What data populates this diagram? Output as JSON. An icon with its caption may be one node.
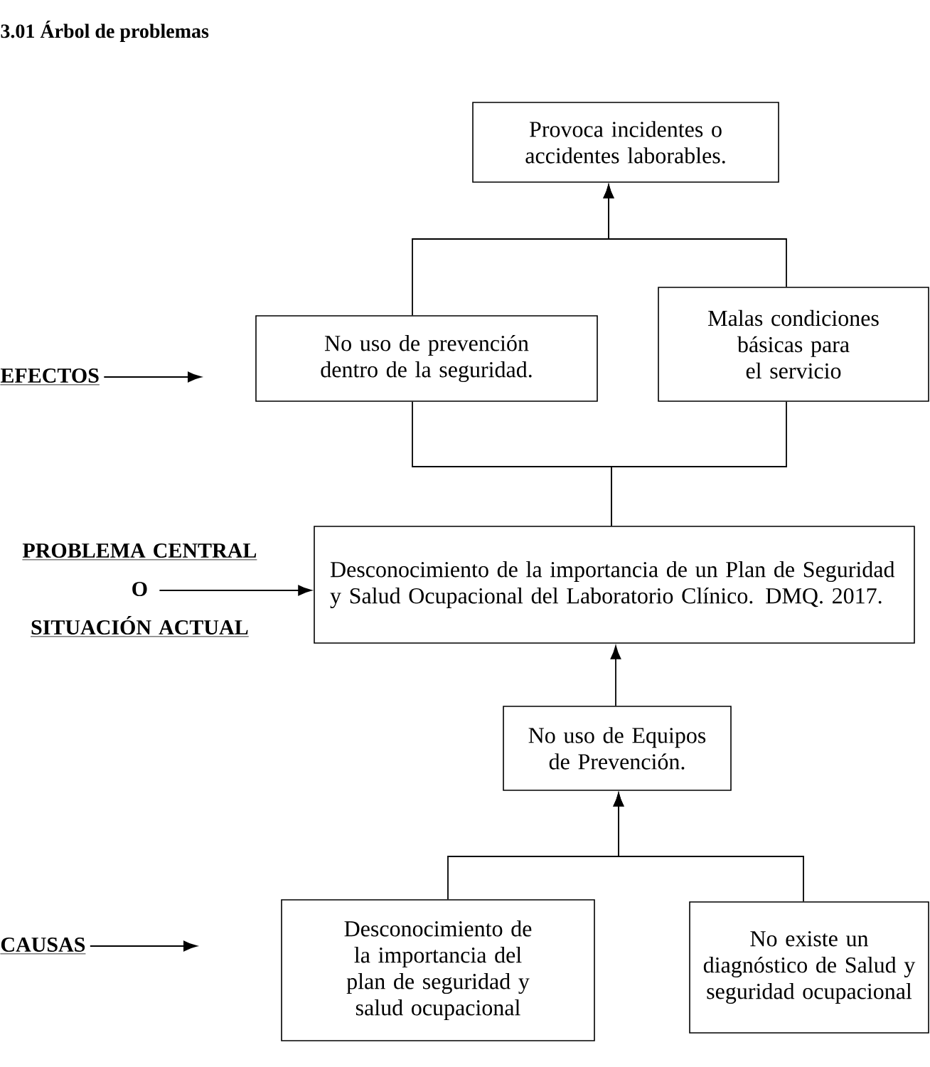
{
  "diagram": {
    "title": "3.01 Árbol de problemas",
    "nodes": [
      {
        "text": [
          "Provoca incidentes o accidentes laborables."
        ]
      },
      {
        "text": [
          "No uso de prevención dentro de la seguridad."
        ]
      },
      {
        "text": [
          "Malas condiciones básicas para el servicio"
        ]
      },
      {
        "text": [
          "Desconocimiento de la importancia de un Plan de Seguridad y Salud Ocupacional del Laboratorio Clínico. DMQ. 2017."
        ]
      },
      {
        "text": [
          "No uso de Equipos de Prevención."
        ]
      },
      {
        "text": [
          "Desconocimiento de la importancia del plan de seguridad y salud ocupacional"
        ]
      },
      {
        "text": [
          "No existe un diagnóstico de Salud y seguridad ocupacional"
        ]
      },
      {
        "text": [
          "EFECTOS"
        ]
      },
      {
        "text": [
          "PROBLEMA CENTRAL",
          "O",
          "SITUACIÓN ACTUAL"
        ]
      },
      {
        "text": [
          "CAUSAS"
        ]
      }
    ],
    "edges": [
      {
        "from": 1,
        "to": 0,
        "arrow": "to"
      },
      {
        "from": 2,
        "to": 0,
        "arrow": "to"
      },
      {
        "from": 3,
        "to": 1,
        "arrow": "none"
      },
      {
        "from": 3,
        "to": 2,
        "arrow": "none"
      },
      {
        "from": 4,
        "to": 3,
        "arrow": "to"
      },
      {
        "from": 5,
        "to": 4,
        "arrow": "to"
      },
      {
        "from": 6,
        "to": 4,
        "arrow": "to"
      },
      {
        "from": 7,
        "to": null,
        "arrow": "to"
      },
      {
        "from": 8,
        "to": 3,
        "arrow": "to"
      },
      {
        "from": 9,
        "to": null,
        "arrow": "to"
      }
    ]
  }
}
